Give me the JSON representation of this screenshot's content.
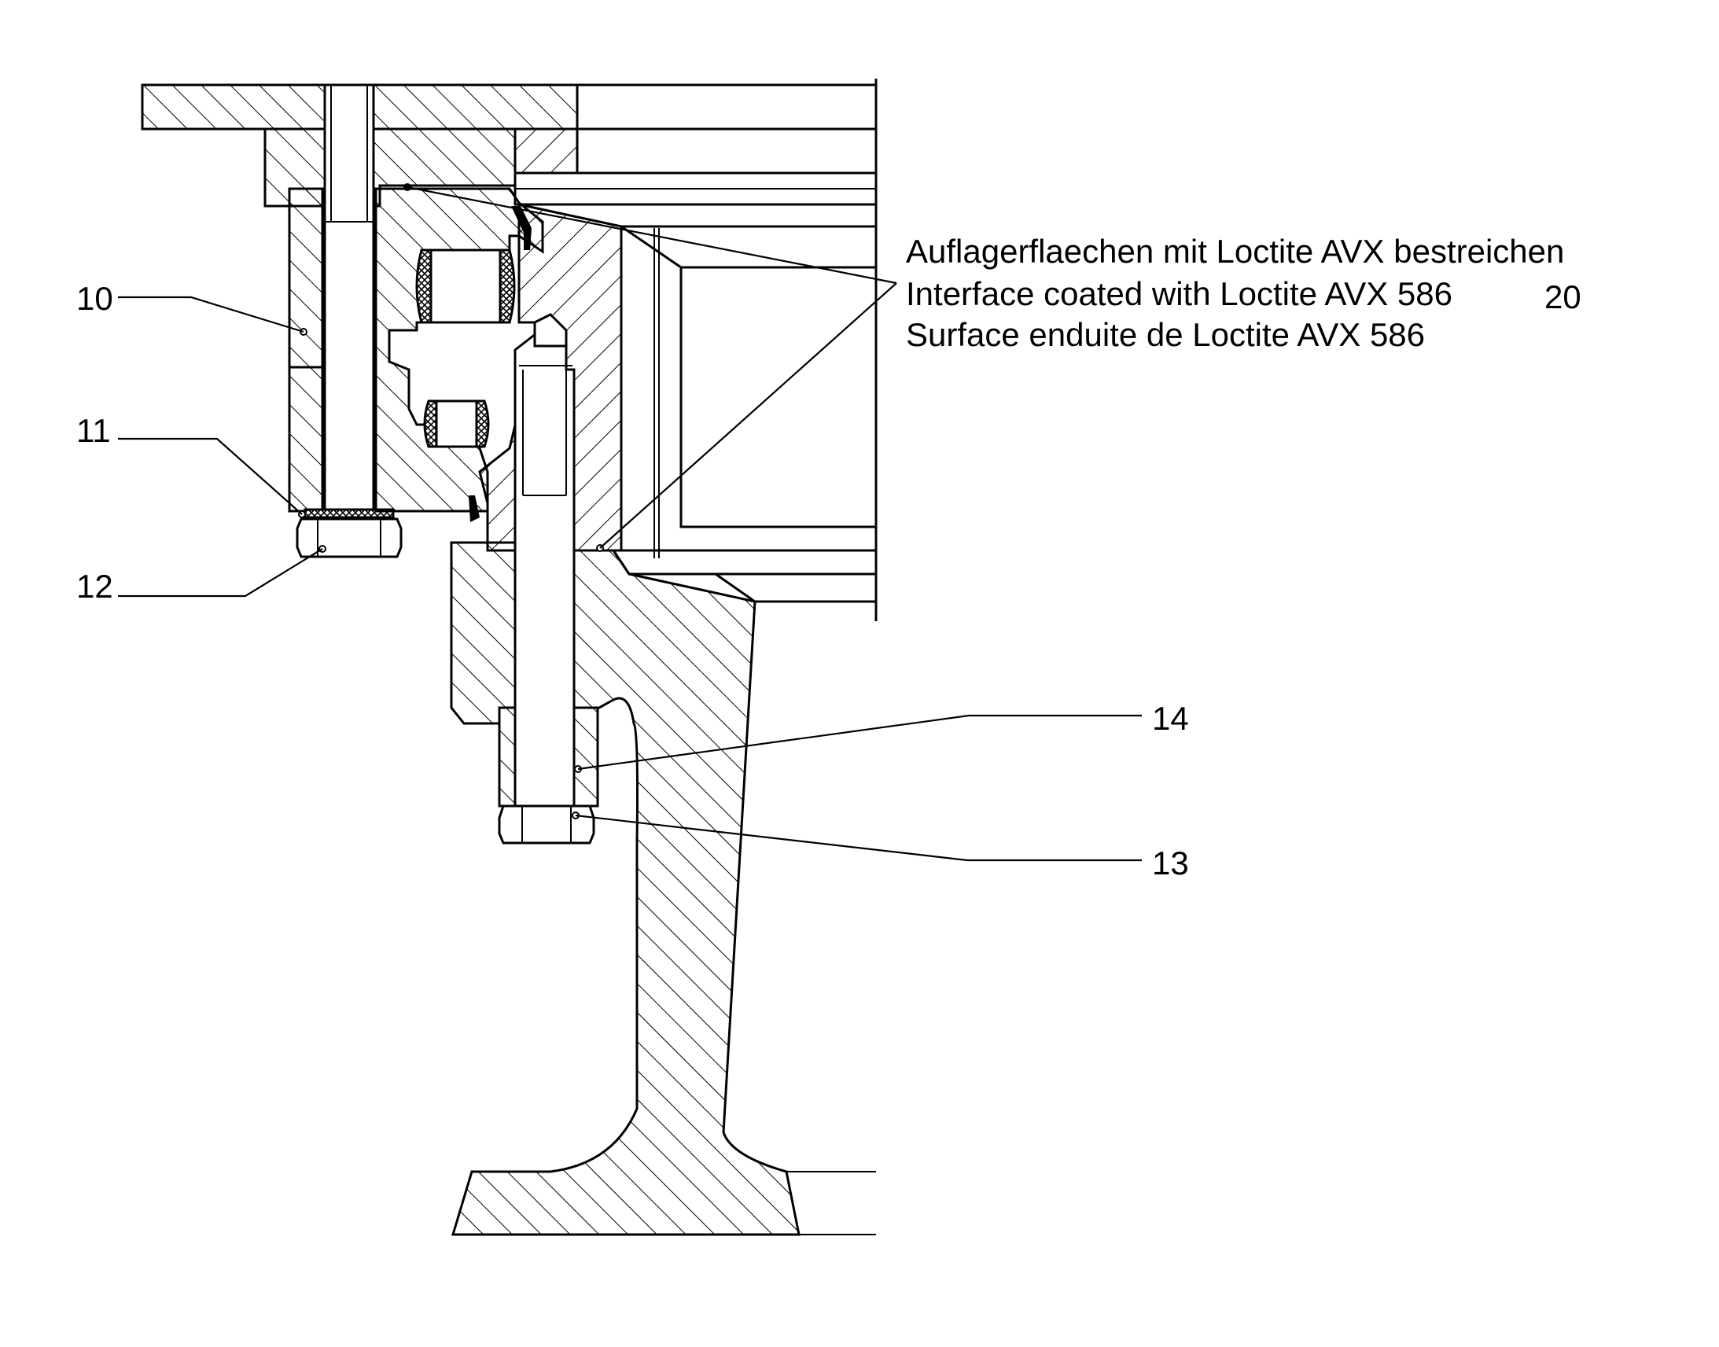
{
  "drawing": {
    "part_labels": [
      {
        "id": "10",
        "text": "10"
      },
      {
        "id": "11",
        "text": "11"
      },
      {
        "id": "12",
        "text": "12"
      },
      {
        "id": "14",
        "text": "14"
      },
      {
        "id": "13",
        "text": "13"
      },
      {
        "id": "20",
        "text": "20"
      }
    ],
    "note_lines": [
      "Auflagerflaechen mit Loctite AVX bestreichen",
      "Interface coated with Loctite AVX 586",
      "Surface enduite de Loctite AVX 586"
    ]
  }
}
